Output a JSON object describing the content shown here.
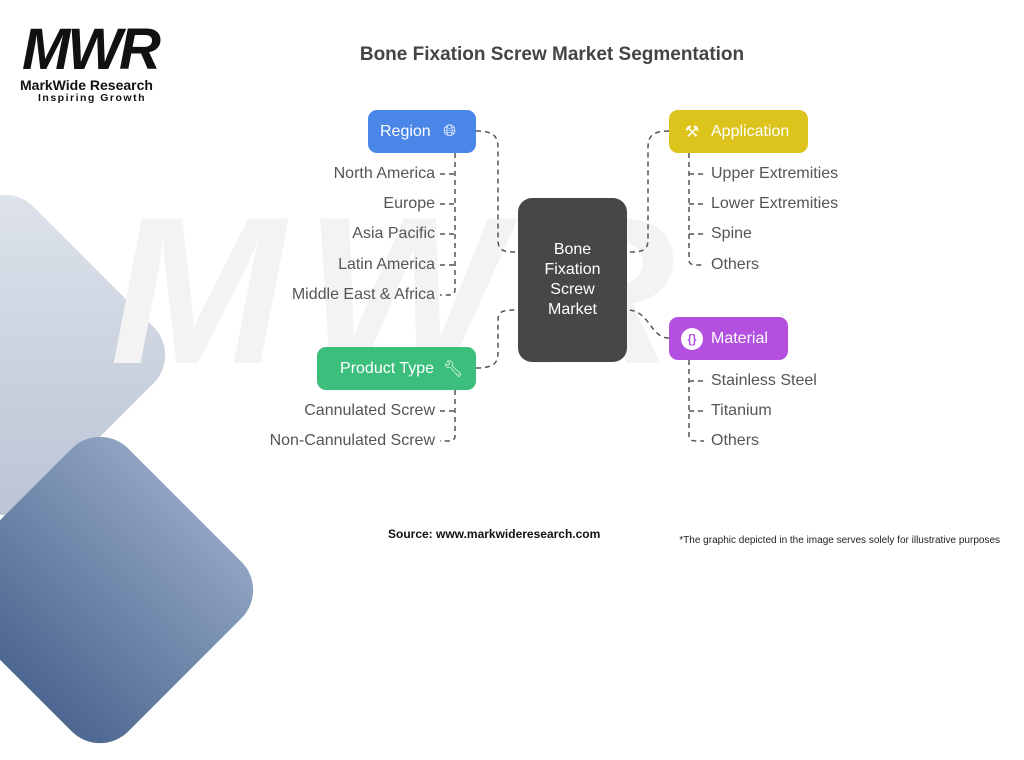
{
  "logo": {
    "mark": "MWR",
    "name": "MarkWide Research",
    "tagline": "Inspiring Growth"
  },
  "watermark": "MWR",
  "title": "Bone Fixation Screw Market Segmentation",
  "center": {
    "label": "Bone Fixation Screw Market"
  },
  "segments": {
    "region": {
      "label": "Region",
      "icon": "globe-icon",
      "color": "#4a86e8",
      "items": [
        "North America",
        "Europe",
        "Asia Pacific",
        "Latin America",
        "Middle East & Africa"
      ]
    },
    "application": {
      "label": "Application",
      "icon": "tools-icon",
      "color": "#dcc41c",
      "items": [
        "Upper Extremities",
        "Lower Extremities",
        "Spine",
        "Others"
      ]
    },
    "material": {
      "label": "Material",
      "icon": "code-braces-icon",
      "color": "#b450e0",
      "items": [
        "Stainless Steel",
        "Titanium",
        "Others"
      ]
    },
    "product_type": {
      "label": "Product Type",
      "icon": "wrench-icon",
      "color": "#3cbf7c",
      "items": [
        "Cannulated Screw",
        "Non-Cannulated Screw"
      ]
    }
  },
  "source": "Source: www.markwideresearch.com",
  "footnote": "*The graphic depicted in the image serves solely for illustrative purposes"
}
